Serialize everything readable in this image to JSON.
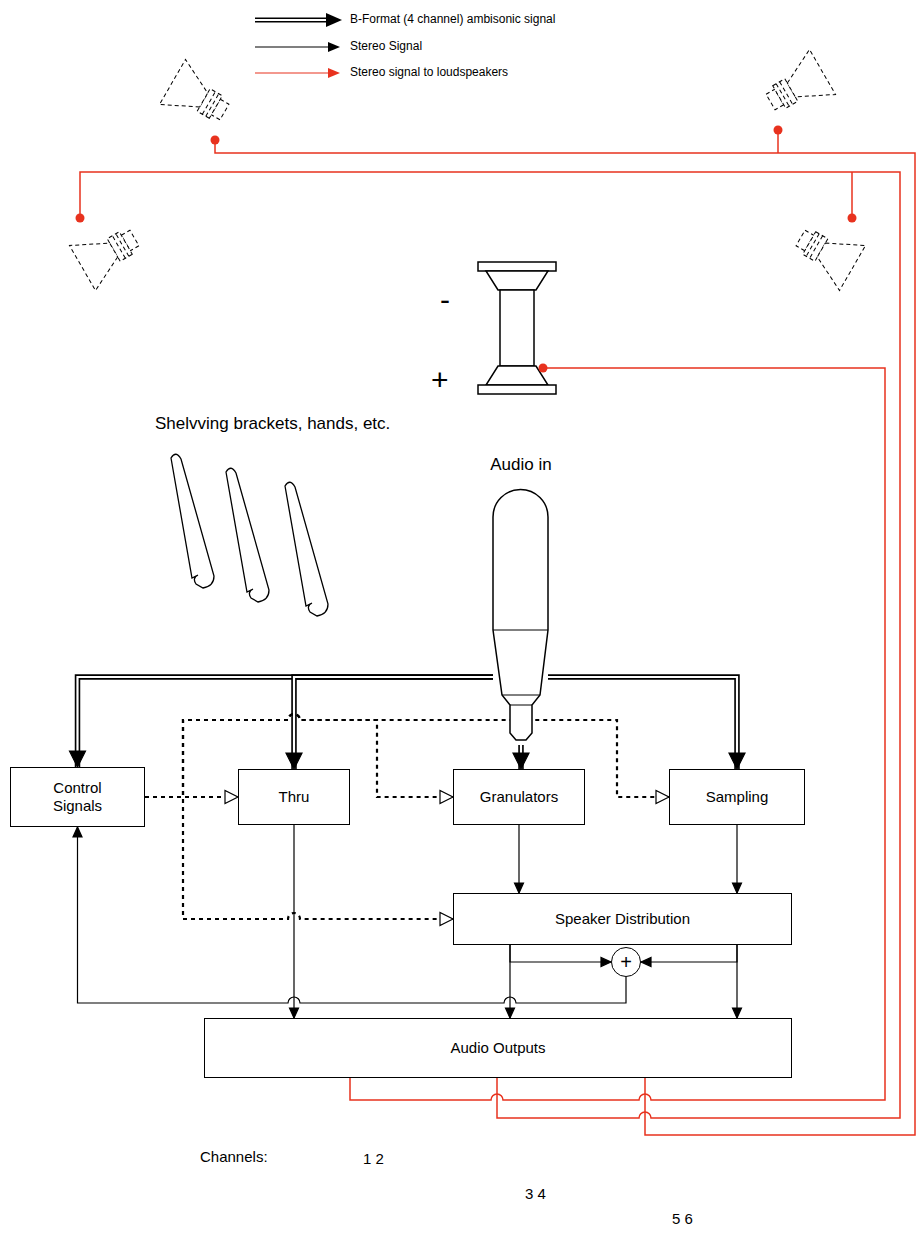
{
  "diagram": {
    "nodes": [
      {
        "text": [
          "Audio in"
        ]
      },
      {
        "text": [
          "Control Signals"
        ]
      },
      {
        "text": [
          "Thru"
        ]
      },
      {
        "text": [
          "Granulators"
        ]
      },
      {
        "text": [
          "Sampling"
        ]
      },
      {
        "text": [
          "Speaker Distribution"
        ]
      },
      {
        "text": [
          "+"
        ]
      },
      {
        "text": [
          "Audio Outputs"
        ]
      }
    ],
    "edges": [
      {
        "from": 0,
        "to": 1,
        "arrow": "to"
      },
      {
        "from": 0,
        "to": 2,
        "arrow": "to"
      },
      {
        "from": 0,
        "to": 3,
        "arrow": "to"
      },
      {
        "from": 0,
        "to": 4,
        "arrow": "to"
      },
      {
        "from": 1,
        "to": 2,
        "arrow": "to"
      },
      {
        "from": 1,
        "to": 3,
        "arrow": "to"
      },
      {
        "from": 1,
        "to": 4,
        "arrow": "to"
      },
      {
        "from": 1,
        "to": 5,
        "arrow": "to"
      },
      {
        "from": 2,
        "to": 7,
        "arrow": "to"
      },
      {
        "from": 3,
        "to": 5,
        "arrow": "to"
      },
      {
        "from": 4,
        "to": 5,
        "arrow": "to"
      },
      {
        "from": 5,
        "to": 6,
        "arrow": "to"
      },
      {
        "from": 5,
        "to": 6,
        "arrow": "to"
      },
      {
        "from": 5,
        "to": 7,
        "arrow": "to"
      },
      {
        "from": 5,
        "to": 7,
        "arrow": "to"
      },
      {
        "from": 6,
        "to": 1,
        "arrow": "to"
      }
    ],
    "labels": [
      "-",
      "+",
      "Shelvving brackets, hands, etc.",
      "Channels:",
      "1 2",
      "3 4",
      "5 6"
    ],
    "legend": [
      {
        "text": "B-Format (4 channel) ambisonic signal"
      },
      {
        "text": "Stereo Signal"
      },
      {
        "text": "Stereo signal to loudspeakers"
      }
    ]
  }
}
